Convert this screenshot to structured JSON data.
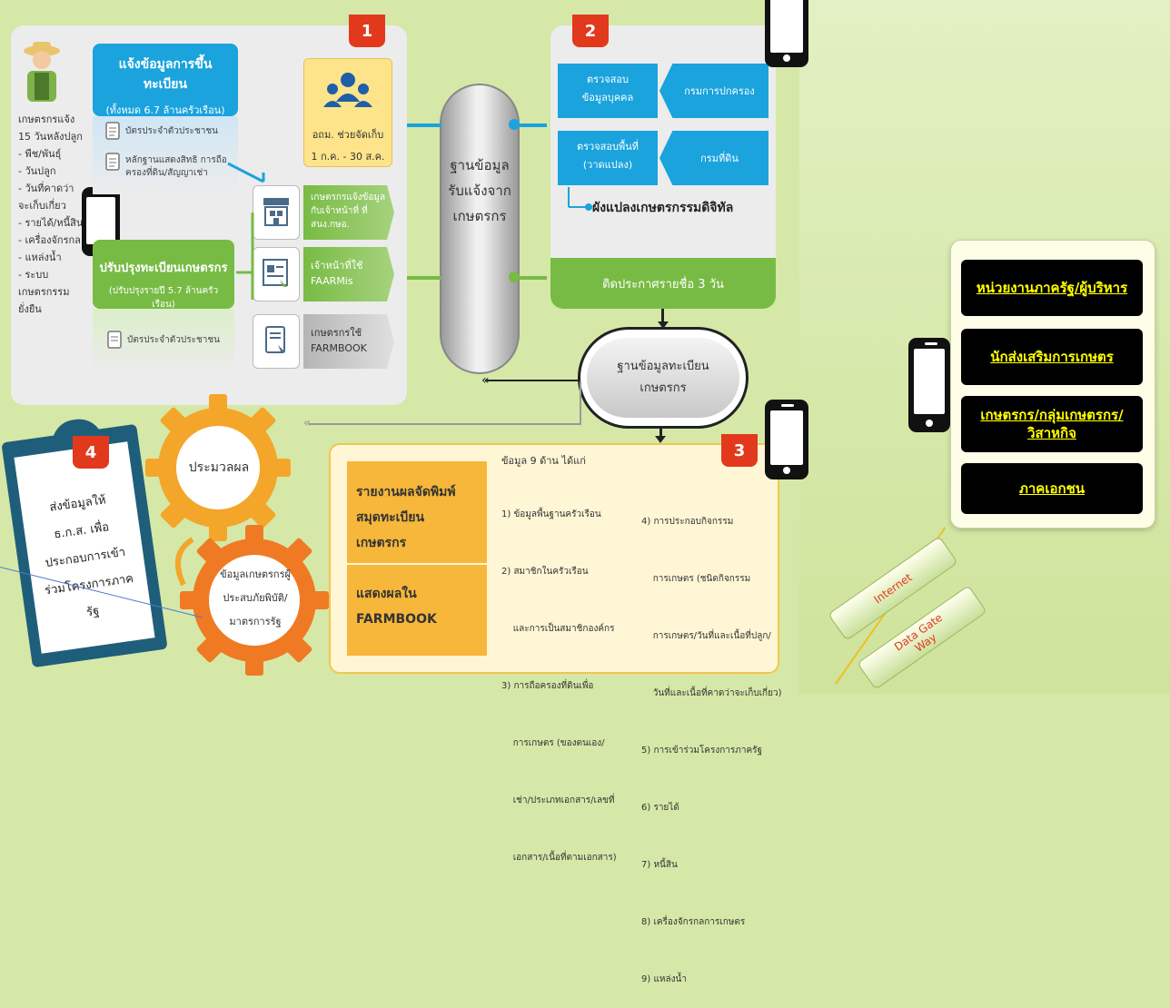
{
  "section1": {
    "badge": "1",
    "farmer_desc": [
      "เกษตรกรแจ้ง",
      "15 วันหลังปลูก",
      "- พืช/พันธุ์",
      "- วันปลูก",
      "- วันที่คาดว่า",
      "  จะเก็บเกี่ยว",
      "- รายได้/หนี้สิน",
      "- เครื่องจักรกล",
      "- แหล่งน้ำ",
      "- ระบบ",
      "  เกษตรกรรม",
      "  ยั่งยืน"
    ],
    "register_title": "แจ้งข้อมูลการขึ้นทะเบียน",
    "register_sub": "(ทั้งหมด 6.7 ล้านครัวเรือน)",
    "doc1": "บัตรประจำตัวประชาชน",
    "doc2": "หลักฐานแสดงสิทธิ การถือครองที่ดิน/สัญญาเช่า",
    "volunteer": "อถม. ช่วยจัดเก็บ",
    "volunteer_date": "1 ก.ค. - 30 ส.ค.",
    "update_title": "ปรับปรุงทะเบียนเกษตรกร",
    "update_sub": "(ปรับปรุงรายปี 5.7 ล้านครัวเรือน)",
    "doc3": "บัตรประจำตัวประชาชน",
    "channel1": "เกษตรกรแจ้งข้อมูลกับเจ้าหน้าที่ ที่ สนง.กษอ.",
    "channel2": "เจ้าหน้าที่ใช้ FAARMis",
    "channel3": "เกษตรกรใช้ FARMBOOK"
  },
  "db_receive": "ฐานข้อมูลรับแจ้งจากเกษตรกร",
  "section2": {
    "badge": "2",
    "check_person": "ตรวจสอบข้อมูลบุคคล",
    "dept_admin": "กรมการปกครอง",
    "check_area": "ตรวจสอบพื้นที่ (วาดแปลง)",
    "dept_land": "กรมที่ดิน",
    "digital_map": "ผังแปลงเกษตรกรรมดิจิทัล",
    "announce": "ติดประกาศรายชื่อ 3 วัน"
  },
  "db_register": "ฐานข้อมูลทะเบียนเกษตรกร",
  "section3": {
    "badge": "3",
    "report_title": "รายงานผลจัดพิมพ์สมุดทะเบียนเกษตรกร",
    "show_title": "แสดงผลใน FARMBOOK",
    "intro": "ข้อมูล 9 ด้าน ได้แก่",
    "col1": [
      "1) ข้อมูลพื้นฐานครัวเรือน",
      "2) สมาชิกในครัวเรือน",
      "    และการเป็นสมาชิกองค์กร",
      "3) การถือครองที่ดินเพื่อ",
      "    การเกษตร (ของตนเอง/",
      "    เช่า/ประเภทเอกสาร/เลขที่",
      "    เอกสาร/เนื้อที่ตามเอกสาร)"
    ],
    "col2": [
      "4) การประกอบกิจกรรม",
      "    การเกษตร (ชนิดกิจกรรม",
      "    การเกษตร/วันที่และเนื้อที่ปลูก/",
      "    วันที่และเนื้อที่คาดว่าจะเก็บเกี่ยว)",
      "5) การเข้าร่วมโครงการภาครัฐ",
      "6) รายได้",
      "7) หนี้สิน",
      "8) เครื่องจักรกลการเกษตร",
      "9) แหล่งน้ำ"
    ]
  },
  "section4": {
    "badge": "4",
    "clipboard_text": "ส่งข้อมูลให้ ธ.ก.ส. เพื่อประกอบการเข้าร่วมโครงการภาครัฐ",
    "process": "ประมวลผล",
    "gear_text": "ข้อมูลเกษตรกรผู้ประสบภัยพิบัติ/มาตรการรัฐ"
  },
  "right_panel": {
    "items": [
      "หน่วยงานภาครัฐ/ผู้บริหาร",
      "นักส่งเสริมการเกษตร",
      "เกษตรกร/กลุ่มเกษตรกร/วิสาหกิจ",
      "ภาคเอกชน"
    ]
  },
  "gateway": {
    "line1": "Internet",
    "line2": "Data Gate",
    "line3": "Way"
  },
  "colors": {
    "red": "#e2391d",
    "green": "#78bb44",
    "blue": "#1aa3dd",
    "yellow": "#fde48a",
    "background": "#d5e8a8"
  }
}
